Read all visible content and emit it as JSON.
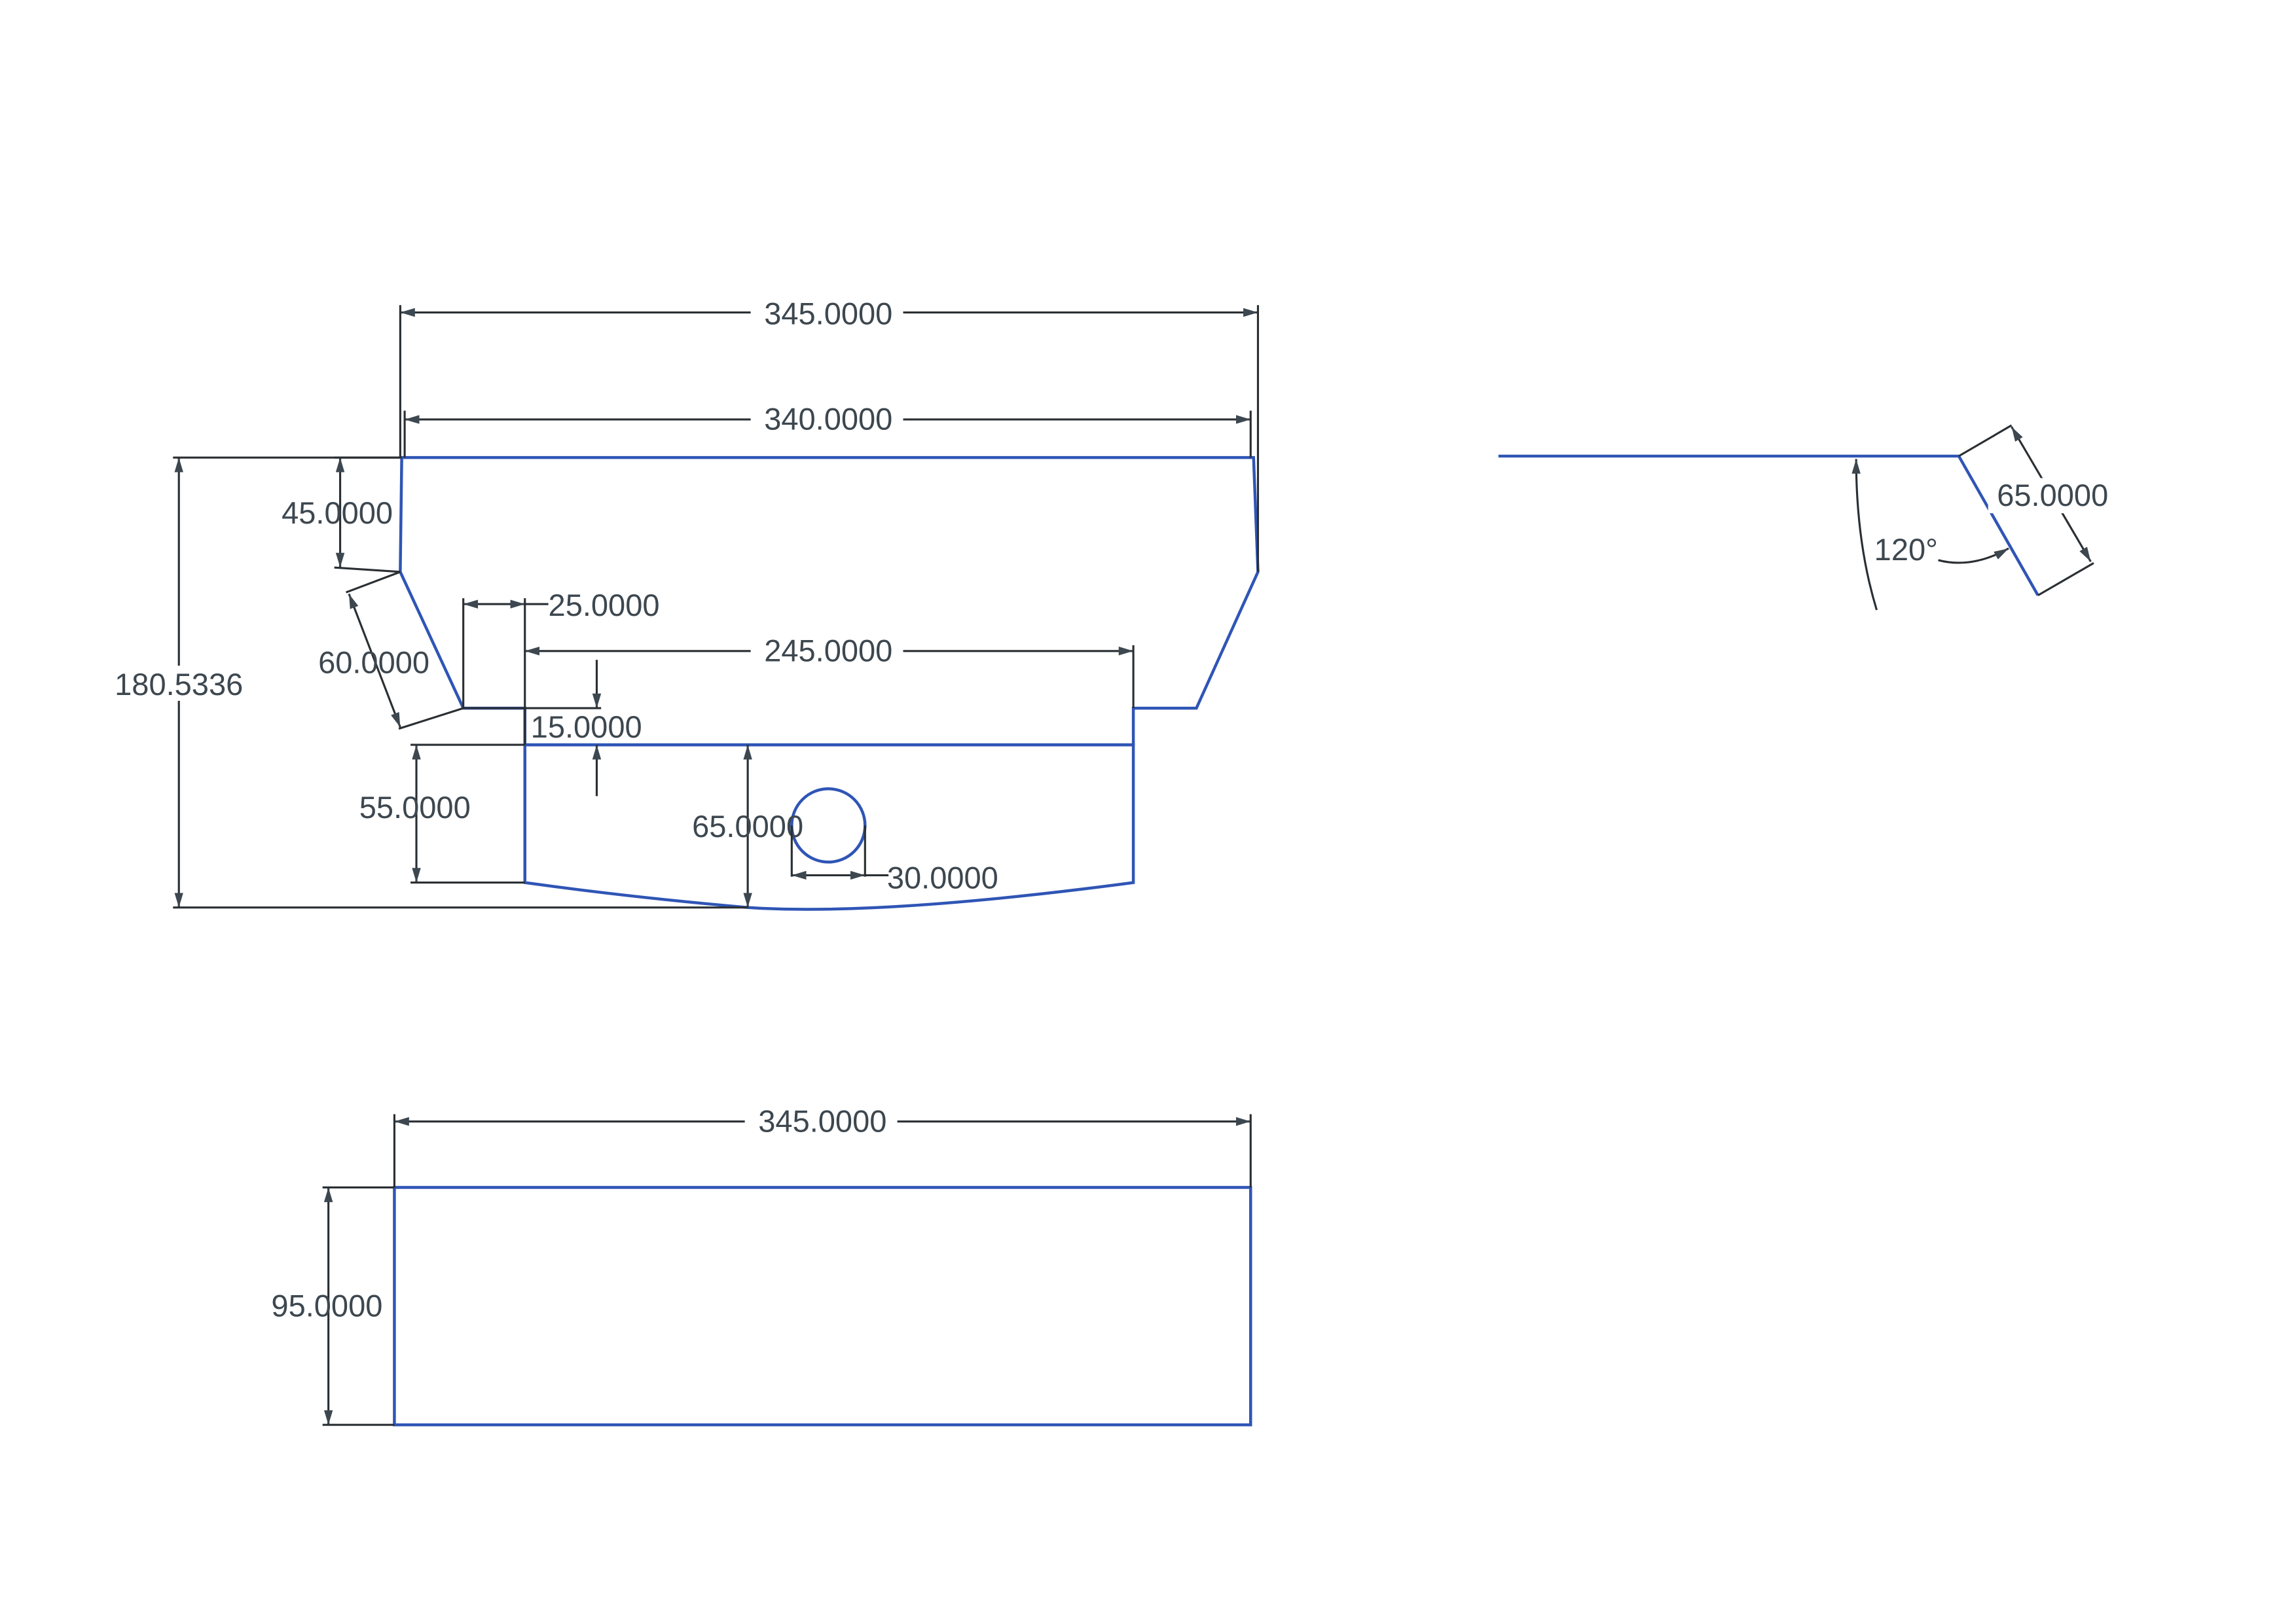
{
  "colors": {
    "outline": "#2f55b5",
    "dimension": "#2a2f33",
    "text": "#3d474f"
  },
  "section_view": {
    "dims": {
      "overall_width": "345.0000",
      "top_width": "340.0000",
      "total_height": "180.5336",
      "left_upper_height": "45.0000",
      "chamfer_length": "60.0000",
      "step_width": "25.0000",
      "slot_width": "245.0000",
      "slot_depth": "15.0000",
      "lower_height": "55.0000",
      "center_height": "65.0000",
      "hole_diameter": "30.0000"
    }
  },
  "plate_view": {
    "dims": {
      "width": "345.0000",
      "height": "95.0000"
    }
  },
  "angle_view": {
    "dims": {
      "angle": "120°",
      "length": "65.0000"
    }
  }
}
